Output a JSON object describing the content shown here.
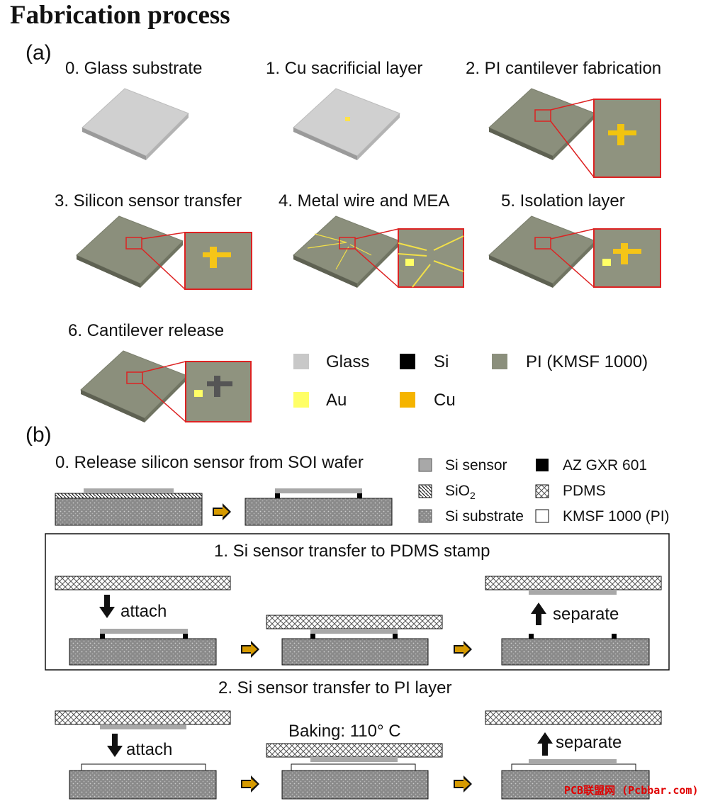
{
  "title": "Fabrication process",
  "panel_a": {
    "label": "(a)",
    "steps": [
      "0. Glass substrate",
      "1. Cu sacrificial layer",
      "2. PI cantilever fabrication",
      "3. Silicon sensor transfer",
      "4. Metal wire and MEA",
      "5. Isolation layer",
      "6. Cantilever release"
    ],
    "legend": [
      {
        "label": "Glass",
        "color": "#c8c8c8"
      },
      {
        "label": "Si",
        "color": "#000000"
      },
      {
        "label": "PI (KMSF 1000)",
        "color": "#8b8f7c"
      },
      {
        "label": "Au",
        "color": "#ffff66"
      },
      {
        "label": "Cu",
        "color": "#f5b400"
      }
    ]
  },
  "panel_b": {
    "label": "(b)",
    "step0": "0. Release silicon sensor from SOI wafer",
    "step1": "1. Si sensor transfer to PDMS stamp",
    "step2": "2. Si sensor transfer to PI layer",
    "attach": "attach",
    "separate": "separate",
    "baking": "Baking: 110° C",
    "legend": {
      "si_sensor": "Si sensor",
      "sio2_pre": "SiO",
      "sio2_sub": "2",
      "si_substrate": "Si substrate",
      "az": "AZ GXR 601",
      "pdms": "PDMS",
      "kmsf": "KMSF 1000 (PI)"
    }
  },
  "watermark": "PCB联盟网 (Pcbbar.com)"
}
